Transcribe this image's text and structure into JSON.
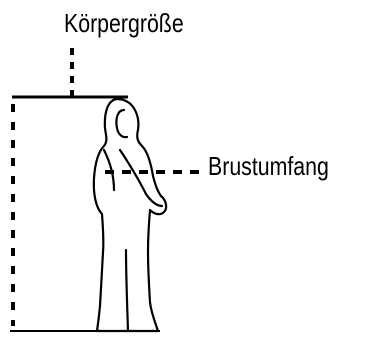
{
  "labels": {
    "height": "Körpergröße",
    "chest": "Brustumfang"
  },
  "colors": {
    "ink": "#000000",
    "background": "#ffffff"
  },
  "figure": {
    "name": "person-in-coverall-silhouette",
    "line_style": "outline"
  }
}
